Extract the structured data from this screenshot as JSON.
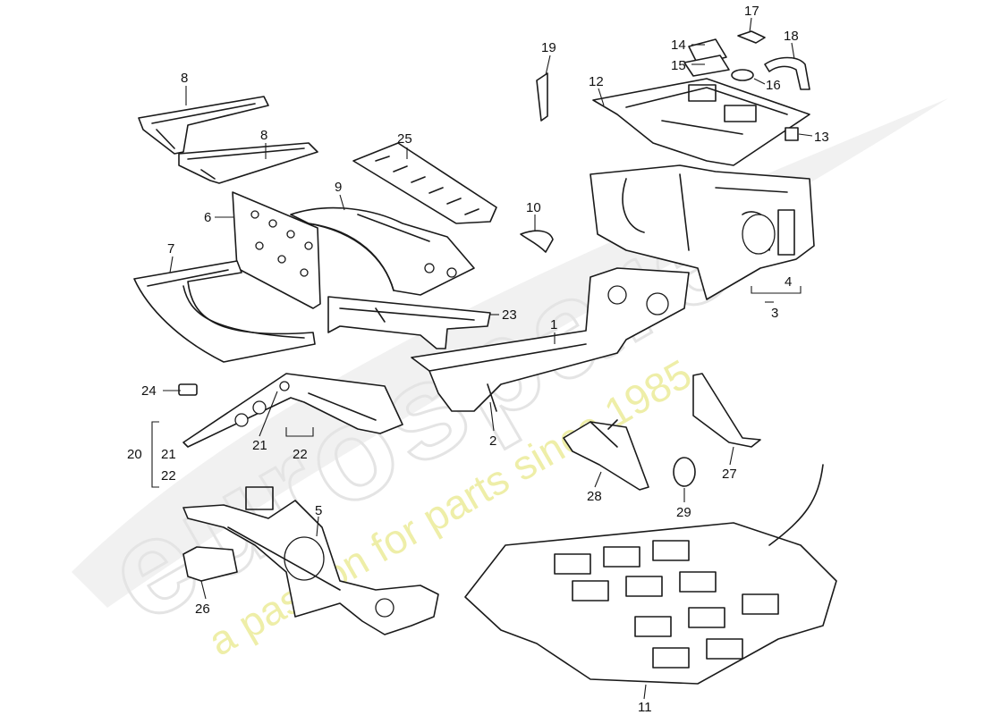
{
  "watermark": {
    "logo_text": "eurospares",
    "tagline": "a passion for parts since 1985"
  },
  "callouts": {
    "c1": "1",
    "c2": "2",
    "c3": "3",
    "c4": "4",
    "c5": "5",
    "c6": "6",
    "c7": "7",
    "c8a": "8",
    "c8b": "8",
    "c9": "9",
    "c10": "10",
    "c11": "11",
    "c12": "12",
    "c13": "13",
    "c14": "14",
    "c15": "15",
    "c16": "16",
    "c17": "17",
    "c18": "18",
    "c19": "19",
    "c20": "20",
    "c21a": "21",
    "c21b": "21",
    "c22a": "22",
    "c22b": "22",
    "c23": "23",
    "c24": "24",
    "c25": "25",
    "c26": "26",
    "c27": "27",
    "c28": "28",
    "c29": "29"
  },
  "colors": {
    "line": "#1a1a1a",
    "watermark_logo": "#e4e4e4",
    "watermark_tagline": "#ecec9a"
  }
}
